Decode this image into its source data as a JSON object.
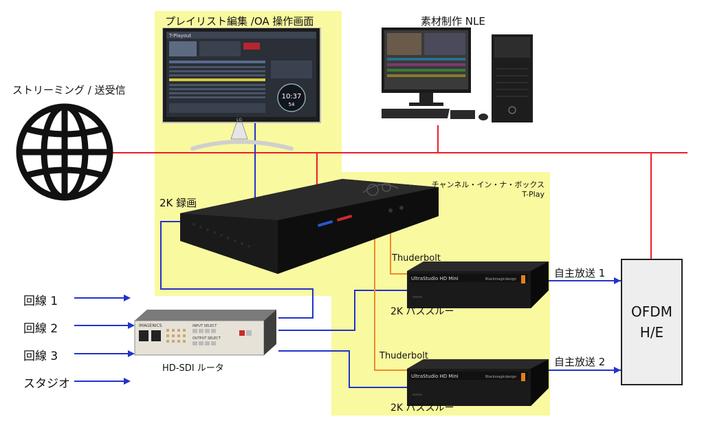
{
  "labels": {
    "playlist_screen": "プレイリスト編集 /OA 操作画面",
    "nle": "素材制作 NLE",
    "streaming": "ストリーミング / 送受信",
    "rec_2k": "2K 録画",
    "cib_title": "チャンネル・イン・ナ・ボックス",
    "cib_product": "T-Play",
    "thunderbolt_1": "Thuderbolt",
    "thunderbolt_2": "Thuderbolt",
    "passthru_1": "2K パススルー",
    "passthru_2": "2K パススルー",
    "router": "HD-SDI ルータ",
    "line_1": "回線 1",
    "line_2": "回線 2",
    "line_3": "回線 3",
    "studio": "スタジオ",
    "own_1": "自主放送 1",
    "own_2": "自主放送 2",
    "ofdm_line1": "OFDM",
    "ofdm_line2": "H/E"
  },
  "monitor_ui": {
    "app_title": "T-Playout",
    "clock_time": "10:37",
    "clock_seconds": "54",
    "brand": "LG"
  },
  "router_ui": {
    "brand": "IMAGENICS",
    "input_select": "INPUT SELECT",
    "output_select": "OUTPUT SELECT"
  },
  "ultrastudio_ui": {
    "model_1": "UltraStudio HD Mini",
    "model_2": "UltraStudio HD Mini",
    "maker": "Blackmagicdesign"
  },
  "colors": {
    "zone": "#f9f9a0",
    "ethernet": "#e8202a",
    "sdi": "#2233cc",
    "thunderbolt": "#f08a2a"
  }
}
